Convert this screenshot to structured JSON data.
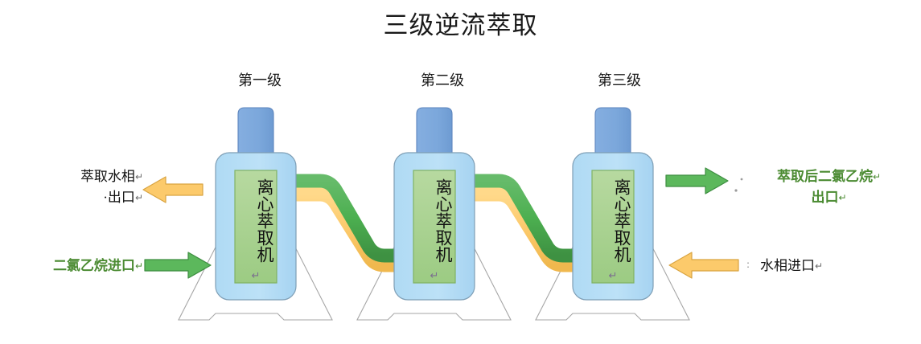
{
  "title": "三级逆流萃取",
  "stages": [
    {
      "label": "第一级",
      "unit_label": "离心萃取机",
      "unit_mark": "↵"
    },
    {
      "label": "第二级",
      "unit_label": "离心萃取机",
      "unit_mark": "↵"
    },
    {
      "label": "第三级",
      "unit_label": "离心萃取机",
      "unit_mark": "↵"
    }
  ],
  "labels": {
    "water_out_line1": "萃取水相",
    "water_out_line2": "·出口",
    "dce_in": "二氯乙烷进口",
    "dce_out_line1": "萃取后二氯乙烷",
    "dce_out_line2": "出口",
    "water_in": "水相进口",
    "pilcrow": "↵"
  },
  "colors": {
    "green_pipe": "#4CA64C",
    "green_pipe_light": "#5CB85C",
    "orange_pipe": "#FCCA6B",
    "orange_pipe_dark": "#E0A93F",
    "unit_body": "#B8DEF5",
    "unit_body_stroke": "#7E9EB5",
    "unit_neck": "#7BA7DB",
    "unit_inner": "#A9D18E",
    "unit_inner_stroke": "#80B263",
    "stand_stroke": "#A6A6A6",
    "green_text": "#4b8b32",
    "black_text": "#111111"
  },
  "icons": {
    "arrow_left_orange": "arrow-left-icon",
    "arrow_right_green": "arrow-right-icon"
  }
}
